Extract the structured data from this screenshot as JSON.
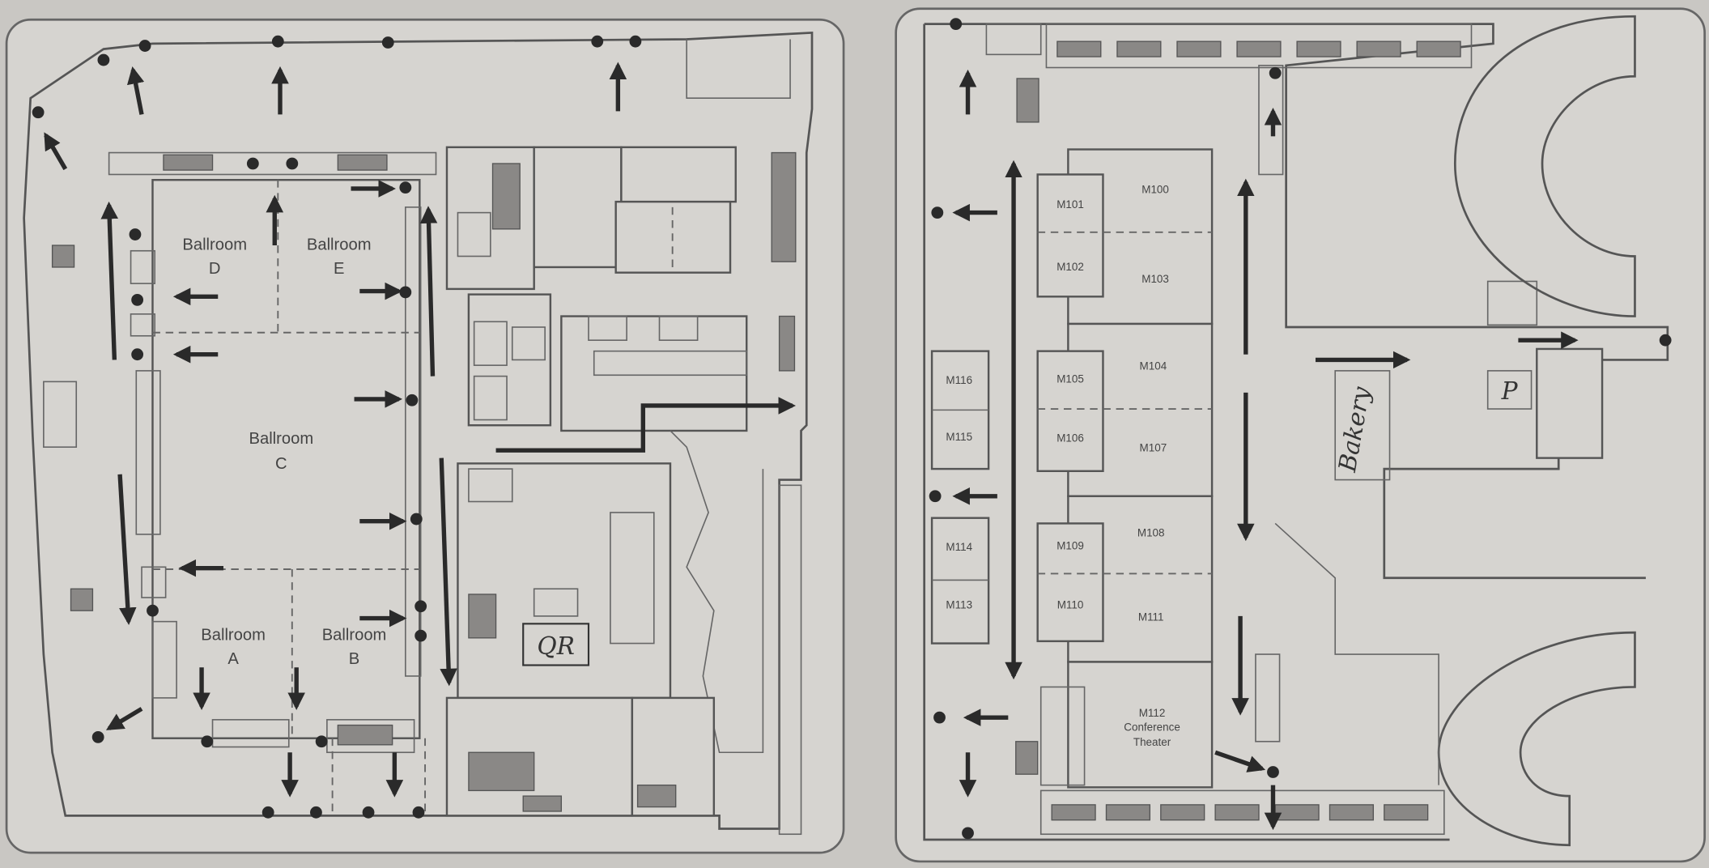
{
  "left_plan": {
    "rooms": {
      "ballroom_d": [
        "Ballroom",
        "D"
      ],
      "ballroom_e": [
        "Ballroom",
        "E"
      ],
      "ballroom_c": [
        "Ballroom",
        "C"
      ],
      "ballroom_a": [
        "Ballroom",
        "A"
      ],
      "ballroom_b": [
        "Ballroom",
        "B"
      ]
    },
    "handwritten_note": "QR"
  },
  "right_plan": {
    "rooms": {
      "m100": "M100",
      "m101": "M101",
      "m102": "M102",
      "m103": "M103",
      "m104": "M104",
      "m105": "M105",
      "m106": "M106",
      "m107": "M107",
      "m108": "M108",
      "m109": "M109",
      "m110": "M110",
      "m111": "M111",
      "m112": [
        "M112",
        "Conference",
        "Theater"
      ],
      "m113": "M113",
      "m114": "M114",
      "m115": "M115",
      "m116": "M116"
    },
    "handwritten_notes": {
      "bakery": "Bakery",
      "p": "P"
    }
  },
  "colors": {
    "paper": "#d6d4d0",
    "ink": "#2a2a2a",
    "background": "#c9c7c3"
  }
}
